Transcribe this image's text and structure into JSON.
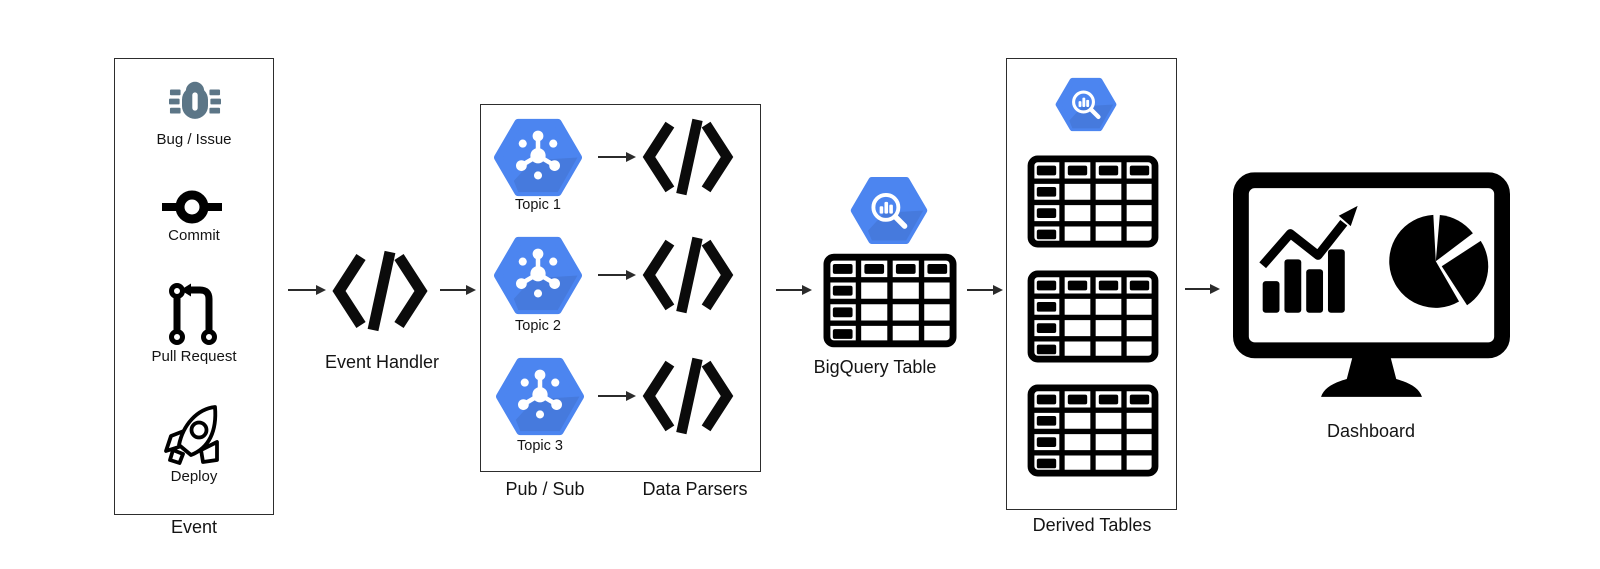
{
  "diagram": {
    "event_group": {
      "label": "Event",
      "items": [
        {
          "icon": "bug-icon",
          "label": "Bug / Issue"
        },
        {
          "icon": "commit-icon",
          "label": "Commit"
        },
        {
          "icon": "pull-request-icon",
          "label": "Pull Request"
        },
        {
          "icon": "rocket-icon",
          "label": "Deploy"
        }
      ]
    },
    "event_handler": {
      "icon": "code-icon",
      "label": "Event Handler"
    },
    "pubsub_group": {
      "label": "Pub / Sub",
      "parsers_label": "Data Parsers",
      "topics": [
        {
          "icon": "pubsub-hexagon-icon",
          "label": "Topic 1"
        },
        {
          "icon": "pubsub-hexagon-icon",
          "label": "Topic 2"
        },
        {
          "icon": "pubsub-hexagon-icon",
          "label": "Topic 3"
        }
      ]
    },
    "bigquery": {
      "icon": "bigquery-hexagon-icon",
      "label": "BigQuery Table"
    },
    "derived_tables": {
      "icon": "bigquery-hexagon-icon",
      "label": "Derived Tables",
      "table_count": 3
    },
    "dashboard": {
      "icon": "monitor-chart-icon",
      "label": "Dashboard"
    }
  },
  "colors": {
    "hexagon_blue": "#4C85F0",
    "bug_slate": "#5C7687",
    "ink": "#111111",
    "arrow": "#2B2B2B",
    "background": "#FFFFFF"
  }
}
